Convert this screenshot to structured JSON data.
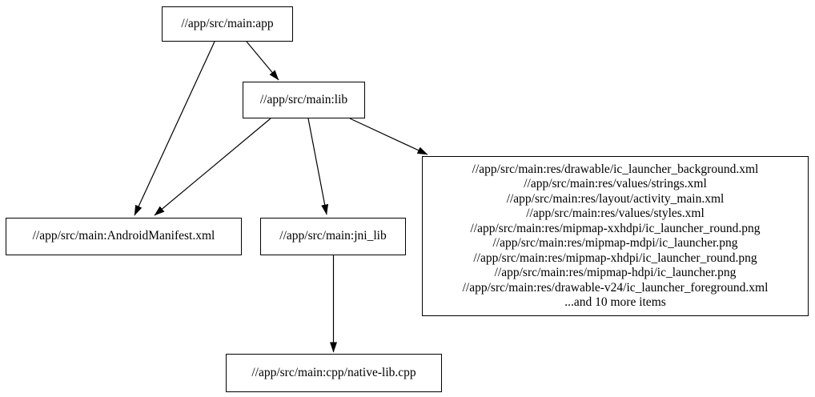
{
  "graph": {
    "background_color": "#ffffff",
    "node_border_color": "#000000",
    "edge_color": "#000000",
    "nodes": {
      "app": {
        "label": "//app/src/main:app"
      },
      "lib": {
        "label": "//app/src/main:lib"
      },
      "android_manifest": {
        "label": "//app/src/main:AndroidManifest.xml"
      },
      "jni_lib": {
        "label": "//app/src/main:jni_lib"
      },
      "resources": {
        "lines": [
          "//app/src/main:res/drawable/ic_launcher_background.xml",
          "//app/src/main:res/values/strings.xml",
          "//app/src/main:res/layout/activity_main.xml",
          "//app/src/main:res/values/styles.xml",
          "//app/src/main:res/mipmap-xxhdpi/ic_launcher_round.png",
          "//app/src/main:res/mipmap-mdpi/ic_launcher.png",
          "//app/src/main:res/mipmap-xhdpi/ic_launcher_round.png",
          "//app/src/main:res/mipmap-hdpi/ic_launcher.png",
          "//app/src/main:res/drawable-v24/ic_launcher_foreground.xml",
          "...and 10 more items"
        ]
      },
      "native_lib": {
        "label": "//app/src/main:cpp/native-lib.cpp"
      }
    },
    "edges": [
      {
        "from": "app",
        "to": "android_manifest"
      },
      {
        "from": "app",
        "to": "lib"
      },
      {
        "from": "lib",
        "to": "android_manifest"
      },
      {
        "from": "lib",
        "to": "jni_lib"
      },
      {
        "from": "lib",
        "to": "resources"
      },
      {
        "from": "jni_lib",
        "to": "native_lib"
      }
    ]
  }
}
